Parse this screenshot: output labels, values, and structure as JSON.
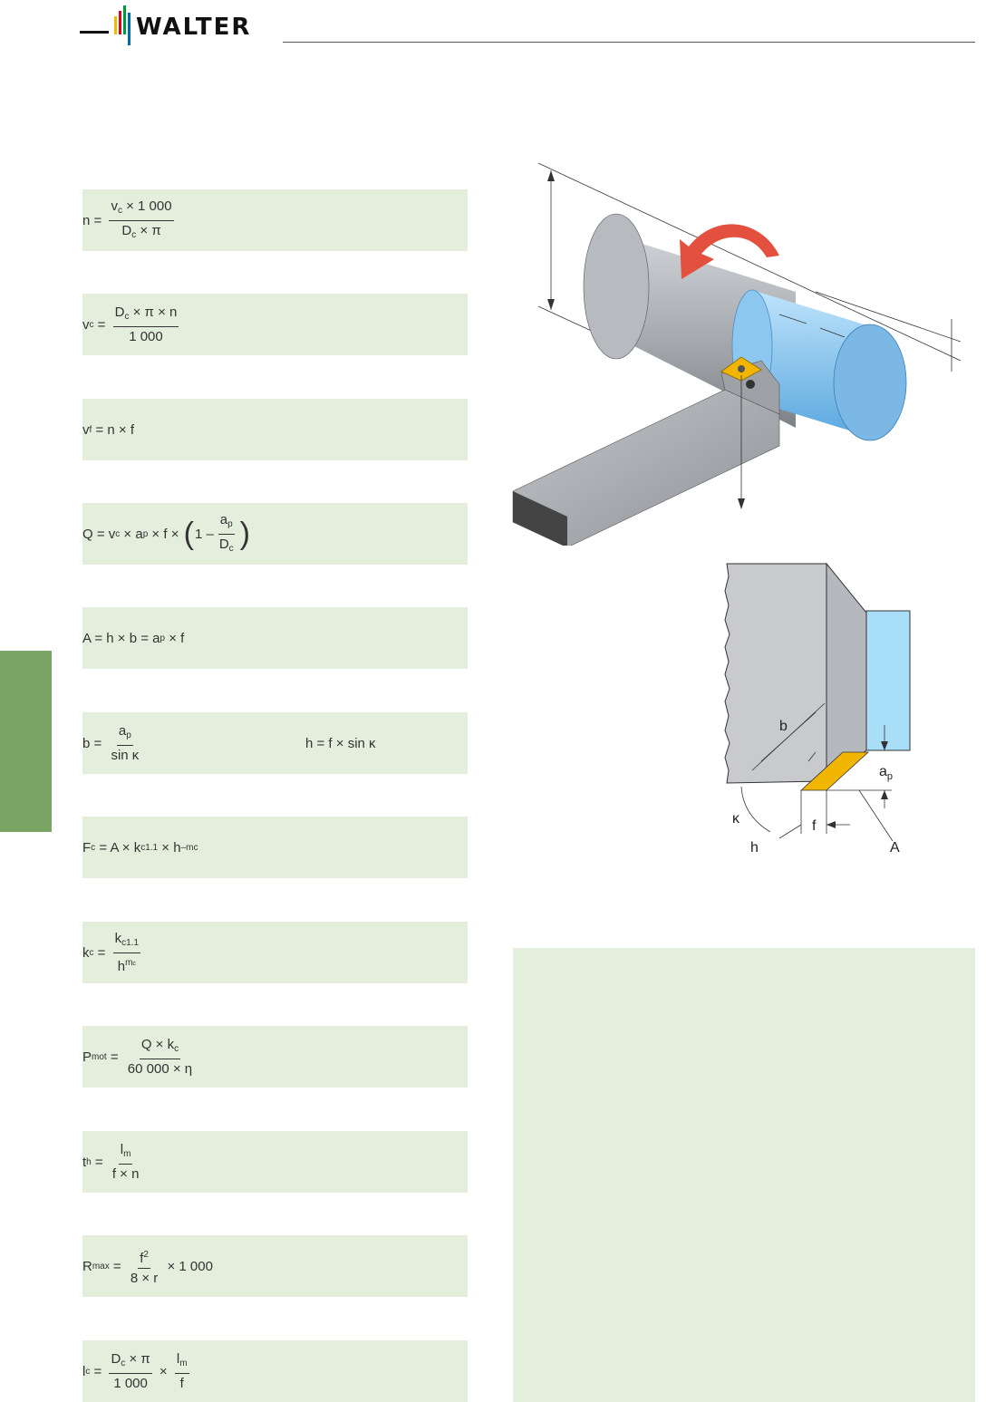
{
  "header": {
    "brand": "WALTER",
    "logo_colors": [
      "#f3b800",
      "#e2001a",
      "#009640",
      "#0069b4"
    ]
  },
  "colors": {
    "formula_box": "#e3efdc",
    "side_tab": "#7aa564",
    "workpiece_blue": "#8cc7ef",
    "insert_yellow": "#f2b600"
  },
  "formulas": {
    "n": {
      "lhs": "n",
      "num": "v",
      "num_sub": "c",
      "num_rest": " × 1 000",
      "den": "D",
      "den_sub": "c",
      "den_rest": " × π"
    },
    "vc": {
      "lhs": "v",
      "lhs_sub": "c",
      "num": "D",
      "num_sub": "c",
      "num_rest": " × π × n",
      "den": "1 000"
    },
    "vf": {
      "lhs": "v",
      "lhs_sub": "f",
      "rhs": " = n × f"
    },
    "Q": {
      "lhs": "Q = v",
      "lhs_sub": "c",
      "mid": " × a",
      "mid_sub": "p",
      "mid_rest": " × f × ",
      "one": "1 –",
      "num": "a",
      "num_sub": "p",
      "den": "D",
      "den_sub": "c"
    },
    "A": {
      "lhs": "A = h × b = a",
      "lhs_sub": "p",
      "rhs": " × f"
    },
    "b": {
      "lhs": "b = ",
      "num": "a",
      "num_sub": "p",
      "den": "sin κ",
      "h": "h = f × sin κ"
    },
    "Fc": {
      "lhs": "F",
      "lhs_sub": "c",
      "mid": " = A × k",
      "mid_sub": "c1.1",
      "mid_rest": " × h",
      "sup": "–mc"
    },
    "kc": {
      "lhs": "k",
      "lhs_sub": "c",
      "num": "k",
      "num_sub": "c1.1",
      "den": "h",
      "den_sup": "m",
      "den_sup_sub": "c"
    },
    "Pmot": {
      "lhs": "P",
      "lhs_sub": "mot",
      "num": "Q × k",
      "num_sub": "c",
      "den": "60 000 × η"
    },
    "th": {
      "lhs": "t",
      "lhs_sub": "h",
      "num": "l",
      "num_sub": "m",
      "den": "f × n"
    },
    "Rmax": {
      "lhs": "R",
      "lhs_sub": "max",
      "num": "f",
      "num_sup": "2",
      "den": "8 × r",
      "rest": " × 1 000"
    },
    "lc": {
      "lhs": "l",
      "lhs_sub": "c",
      "num": "D",
      "num_sub": "c",
      "num_rest": " × π",
      "den": "1 000",
      "mid": " × ",
      "num2": "l",
      "num2_sub": "m",
      "den2": "f"
    }
  },
  "diagram": {
    "labels": {
      "b": "b",
      "ap": "a",
      "ap_sub": "p",
      "kappa": "κ",
      "h": "h",
      "f": "f",
      "A": "A"
    }
  }
}
